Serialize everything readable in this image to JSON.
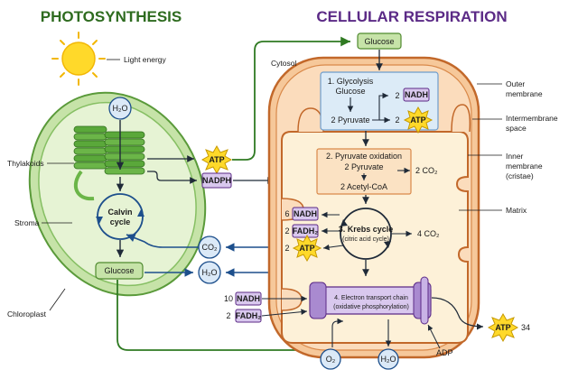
{
  "titles": {
    "photosynthesis": "PHOTOSYNTHESIS",
    "respiration": "CELLULAR RESPIRATION"
  },
  "colors": {
    "photo_title": "#2e6b1f",
    "resp_title": "#5b2a86",
    "chloroplast_outer": "#c6e3a8",
    "chloroplast_inner": "#e6f3d4",
    "thylakoid": "#5aa83a",
    "mito_outer": "#e9a36a",
    "mito_matrix": "#fdf1d8",
    "glycolysis_box": "#dcebf7",
    "pyruvate_box": "#fbe2c3",
    "molecule_purple": "#d9c8ee",
    "atp_star": "#ffd92a",
    "blue_circle": "#dbe9f7",
    "arrow_dark": "#1f2a38",
    "arrow_blue": "#1d4f8c",
    "arrow_green": "#2f7a22"
  },
  "photosynthesis": {
    "light_energy": "Light energy",
    "thylakoids": "Thylakoids",
    "stroma": "Stroma",
    "chloroplast": "Chloroplast",
    "h2o": "H₂O",
    "calvin_line1": "Calvin",
    "calvin_line2": "cycle",
    "glucose": "Glucose"
  },
  "exchange": {
    "atp": "ATP",
    "nadph": "NADPH",
    "co2": "CO₂",
    "h2o": "H₂O"
  },
  "respiration": {
    "glucose_in": "Glucose",
    "cytosol": "Cytosol",
    "outer_membrane_l1": "Outer",
    "outer_membrane_l2": "membrane",
    "intermembrane_l1": "Intermembrane",
    "intermembrane_l2": "space",
    "inner_membrane_l1": "Inner",
    "inner_membrane_l2": "membrane",
    "inner_membrane_l3": "(cristae)",
    "matrix": "Matrix",
    "glycolysis": {
      "title": "1. Glycolysis",
      "glucose": "Glucose",
      "pyruvate": "2 Pyruvate",
      "nadh_count": "2",
      "nadh": "NADH",
      "atp_count": "2",
      "atp": "ATP"
    },
    "pyruvate_oxidation": {
      "title": "2. Pyruvate oxidation",
      "pyruvate": "2 Pyruvate",
      "acetyl": "2 Acetyl-CoA",
      "co2": "2 CO₂"
    },
    "krebs": {
      "line1": "3. Krebs cycle",
      "line2": "(citric acid cycle)",
      "nadh_count": "6",
      "nadh": "NADH",
      "fadh2_count": "2",
      "fadh2": "FADH₂",
      "atp_count": "2",
      "atp": "ATP",
      "co2": "4 CO₂"
    },
    "etc": {
      "line1": "4. Electron transport chain",
      "line2": "(oxidative phosphorylation)",
      "nadh_count": "10",
      "nadh": "NADH",
      "fadh2_count": "2",
      "fadh2": "FADH₂",
      "atp": "ATP",
      "atp_count": "34",
      "adp": "ADP",
      "o2": "O₂",
      "h2o": "H₂O"
    }
  }
}
